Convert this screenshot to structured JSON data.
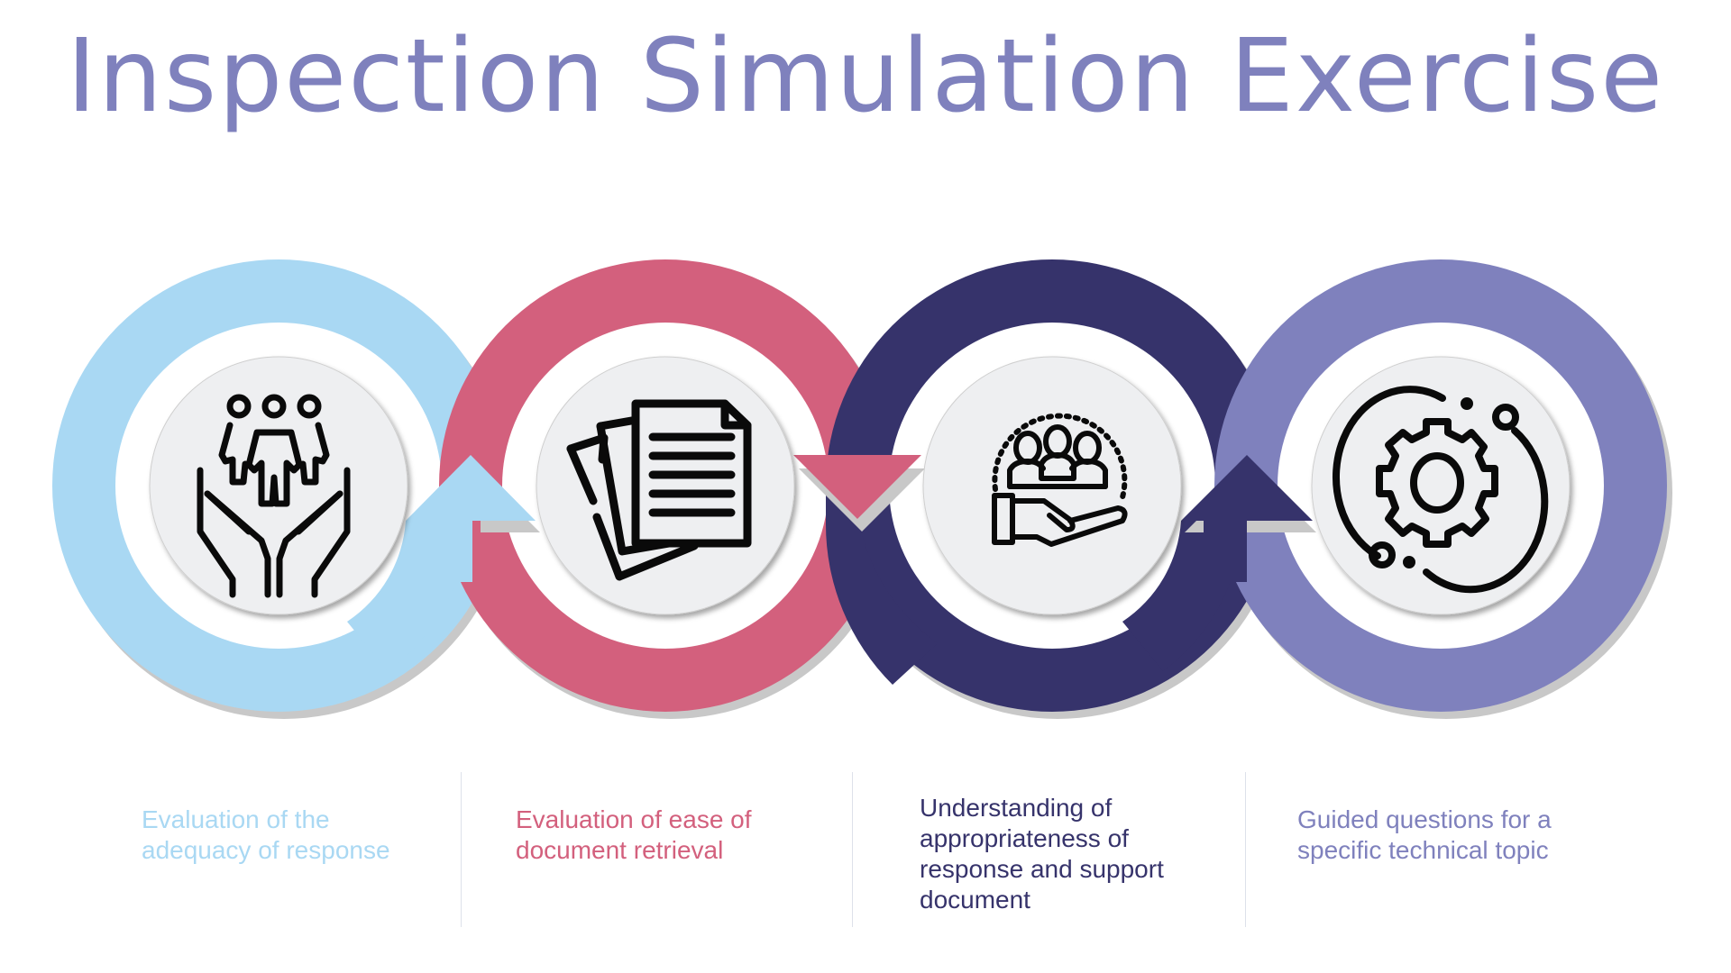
{
  "title": "Inspection Simulation Exercise",
  "steps": [
    {
      "label": "Evaluation of the adequacy of response",
      "color": "#a9d8f3",
      "icon": "people-in-hands-icon"
    },
    {
      "label": "Evaluation of ease of document retrieval",
      "color": "#d3607d",
      "icon": "documents-icon"
    },
    {
      "label": "Understanding of appropriateness of response and support document",
      "color": "#36336b",
      "icon": "team-support-hand-icon"
    },
    {
      "label": "Guided questions for a specific technical topic",
      "color": "#7f81bd",
      "icon": "gear-orbit-icon"
    }
  ],
  "colors": {
    "title": "#7f81bd",
    "disk": "#eeeff1",
    "shadow": "#c8c8c8",
    "divider": "#dde1ea"
  }
}
